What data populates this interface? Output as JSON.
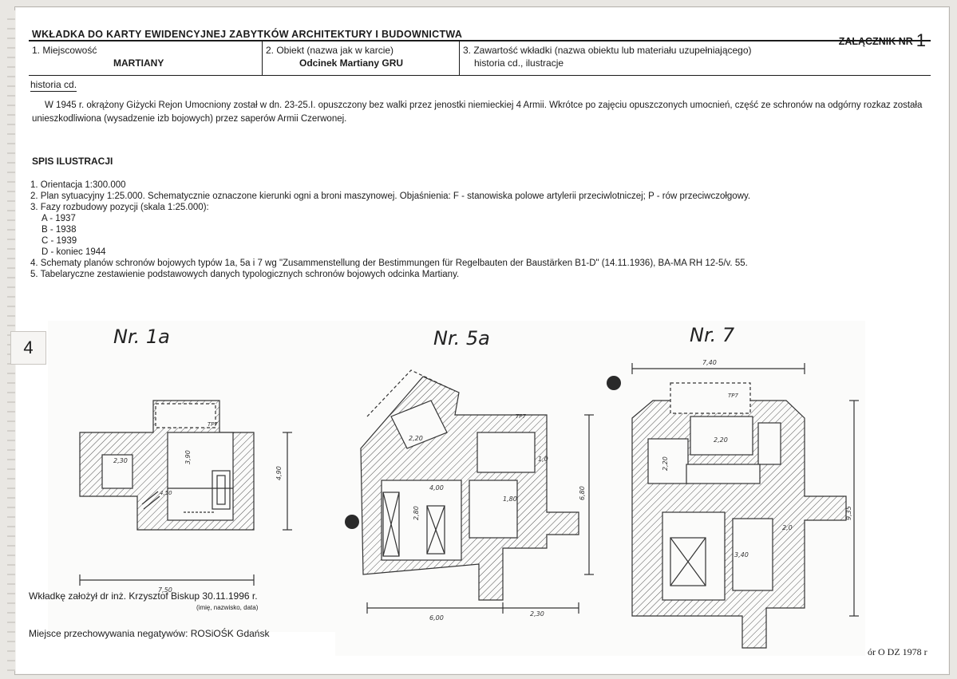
{
  "header": {
    "title": "WKŁADKA DO KARTY EWIDENCYJNEJ ZABYTKÓW ARCHITEKTURY I BUDOWNICTWA",
    "attachment_label": "ZAŁĄCZNIK NR",
    "attachment_number": "1"
  },
  "fields": {
    "locality": {
      "label": "1. Miejscowość",
      "value": "MARTIANY"
    },
    "object": {
      "label": "2. Obiekt (nazwa jak w karcie)",
      "value": "Odcinek Martiany GRU"
    },
    "content": {
      "label": "3. Zawartość wkładki (nazwa obiektu lub materiału uzupełniającego)",
      "value": "historia cd., ilustracje"
    }
  },
  "history_label": "historia cd.",
  "history_text": "W 1945 r. okrążony Giżycki Rejon Umocniony został w dn. 23-25.I. opuszczony bez walki przez jenostki niemieckiej 4 Armii. Wkrótce po zajęciu opuszczonych umocnień, część ze schronów na odgórny rozkaz została unieszkodliwiona (wysadzenie izb bojowych) przez saperów Armii Czerwonej.",
  "illustrations": {
    "title": "SPIS ILUSTRACJI",
    "items": [
      "1. Orientacja 1:300.000",
      "2. Plan sytuacyjny 1:25.000. Schematycznie oznaczone kierunki ogni a broni maszynowej. Objaśnienia: F - stanowiska polowe artylerii przeciwlotniczej; P - rów przeciwczołgowy.",
      "3. Fazy rozbudowy pozycji (skala 1:25.000):",
      "4. Schematy planów schronów bojowych typów 1a, 5a i 7 wg \"Zusammenstellung der Bestimmungen für Regelbauten der Baustärken B1-D\" (14.11.1936), BA-MA RH 12-5/v. 55.",
      "5. Tabelaryczne zestawienie podstawowych danych typologicznych schronów bojowych odcinka Martiany."
    ],
    "phases": [
      "A - 1937",
      "B - 1938",
      "C - 1939",
      "D - koniec 1944"
    ]
  },
  "figure_number": "4",
  "plans": {
    "p1": {
      "title": "Nr. 1a",
      "dim_width": "7,50",
      "dim_height": "4,90",
      "labels": [
        "2,30",
        "3,90",
        "4,50",
        "TP7"
      ]
    },
    "p2": {
      "title": "Nr. 5a",
      "dim_width": "6,00",
      "dim_extra": "2,30",
      "dim_height": "6,80",
      "labels": [
        "2,20",
        "1,0",
        "1,80",
        "2,80",
        "4,00",
        "TP7"
      ]
    },
    "p3": {
      "title": "Nr. 7",
      "dim_width": "7,40",
      "dim_height": "9,35",
      "labels": [
        "2,20",
        "2,20",
        "3,40",
        "2,0",
        "TP7"
      ]
    }
  },
  "footer": {
    "founder": "Wkładkę założył dr inż. Krzysztof Biskup 30.11.1996 r.",
    "founder_note": "(imię, nazwisko, data)",
    "negatives": "Miejsce przechowywania negatywów: ROSiOŚK Gdańsk",
    "source": "ór O DZ 1978 r"
  }
}
